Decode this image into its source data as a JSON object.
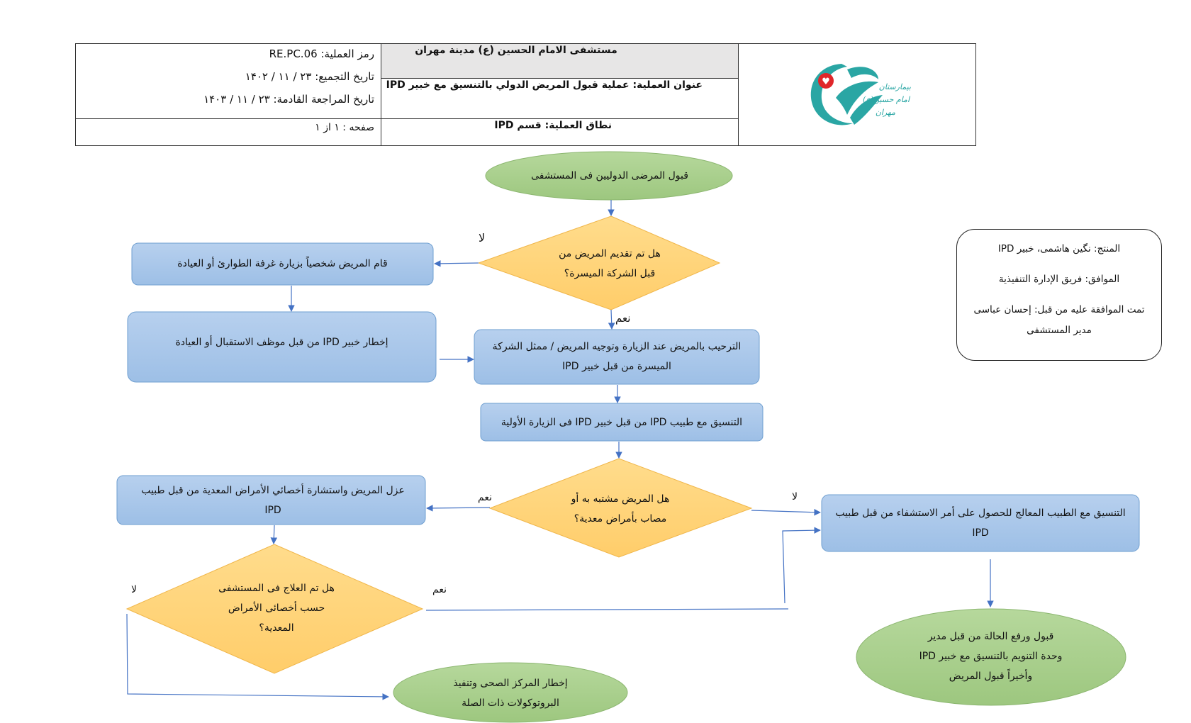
{
  "header": {
    "hospital": "مستشفى الامام الحسين (ع) مدينة مهران",
    "process_code": "رمز العملية: RE.PC.06",
    "compile_date": "تاريخ التجميع: ٢٣ / ١١ / ١۴٠٢",
    "review_date": "تاريخ المراجعة القادمة: ٢٣ / ١١ / ١۴٠٣",
    "process_title": "عنوان العملية: عملية قبول المريض الدولي بالتنسيق مع خبير IPD",
    "process_scope": "نطاق العملية: قسم IPD",
    "page": "صفحه : ۱ از ۱",
    "logo_text": [
      "بیمارستان",
      "امام حسین(ع)",
      "مهران"
    ]
  },
  "nodes": {
    "start": "قبول المرضى الدوليين فى المستشفى",
    "q_company": "هل تم تقديم المريض من قبل الشركة الميسرة؟",
    "walk_in": "قام المريض شخصياً بزيارة غرفة الطوارئ أو العيادة",
    "notify_ipd": "إخطار خبير IPD من قبل موظف الاستقبال أو العيادة",
    "welcome": "الترحيب بالمريض عند الزيارة وتوجيه المريض  /  ممثل الشركة الميسرة من قبل خبير IPD",
    "coordinate_doctor": "التنسيق مع طبيب IPD من قبل خبير IPD فى الزيارة الأولية",
    "q_infection": "هل المريض مشتبه به أو مصاب بأمراض معدية؟",
    "isolate": "عزل المريض واستشارة أخصائي الأمراض المعدية من قبل طبيب IPD",
    "coordinate_treating": "التنسيق مع الطبيب المعالج للحصول على أمر الاستشفاء من قبل طبيب IPD",
    "q_treated": "هل تم العلاج فى المستشفى حسب أخصائى الأمراض المعدية؟",
    "notify_center": "إخطار المركز الصحى وتنفيذ البروتوكولات ذات الصلة",
    "accept": "قبول ورفع الحالة من قبل مدير وحدة التنويم بالتنسيق مع خبير IPD وأخيراً قبول المريض"
  },
  "labels": {
    "no_1": "لا",
    "yes_1": "نعم",
    "yes_2": "نعم",
    "no_2": "لا",
    "no_3": "لا",
    "yes_3": "نعم"
  },
  "notes": {
    "producer": "المنتج: نگين هاشمى، خبير IPD",
    "approver": "الموافق: فريق الإدارة التنفيذية",
    "approved_by": "تمت الموافقة عليه من قبل: إحسان عباسى",
    "approved_role": "مدير المستشفى"
  },
  "colors": {
    "process_fill": "#a9c7e8",
    "process_stroke": "#6f9fd0",
    "decision_fill": "#ffd37a",
    "terminal_fill": "#a8d08d",
    "terminal_stroke": "#8bb66f",
    "connector": "#4472c4",
    "logo": "#2aa6a4",
    "logo_red": "#e0262a"
  }
}
